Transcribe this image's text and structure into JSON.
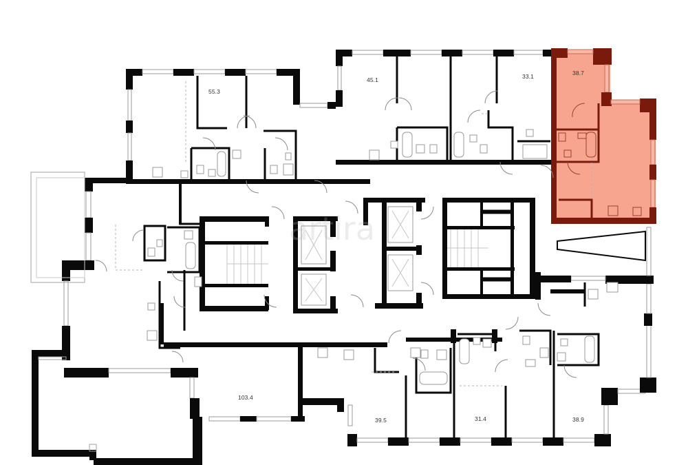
{
  "floorplan": {
    "highlight_color": "#f7a58f",
    "highlight_wall_color": "#7a1a0c",
    "wall_color": "#0a0a0a",
    "watermark": "artira",
    "units": [
      {
        "id": "unit-55-3",
        "area": "55.3",
        "highlighted": false
      },
      {
        "id": "unit-45-1",
        "area": "45.1",
        "highlighted": false
      },
      {
        "id": "unit-33-1",
        "area": "33.1",
        "highlighted": false
      },
      {
        "id": "unit-38-7",
        "area": "38.7",
        "highlighted": true
      },
      {
        "id": "unit-103-4",
        "area": "103.4",
        "highlighted": false
      },
      {
        "id": "unit-39-5",
        "area": "39.5",
        "highlighted": false
      },
      {
        "id": "unit-31-4",
        "area": "31.4",
        "highlighted": false
      },
      {
        "id": "unit-38-9",
        "area": "38.9",
        "highlighted": false
      }
    ]
  }
}
